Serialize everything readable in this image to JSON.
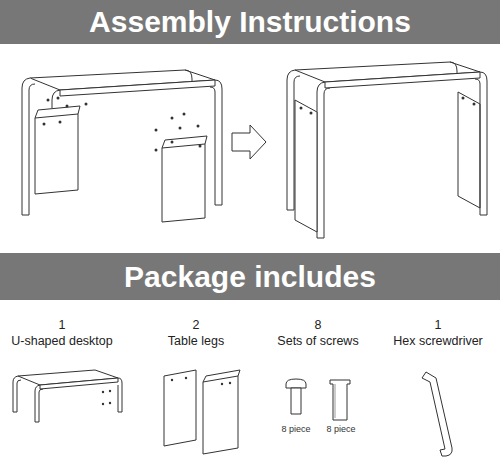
{
  "diagram": {
    "nodes": [
      {
        "text": [
          "Assembly Instructions"
        ]
      },
      {
        "text": [
          "Package includes"
        ]
      }
    ],
    "labels": [
      "1",
      "U-shaped desktop",
      "2",
      "Table legs",
      "8",
      "Sets of screws",
      "1",
      "Hex screwdriver",
      "8 piece",
      "8 piece"
    ]
  }
}
